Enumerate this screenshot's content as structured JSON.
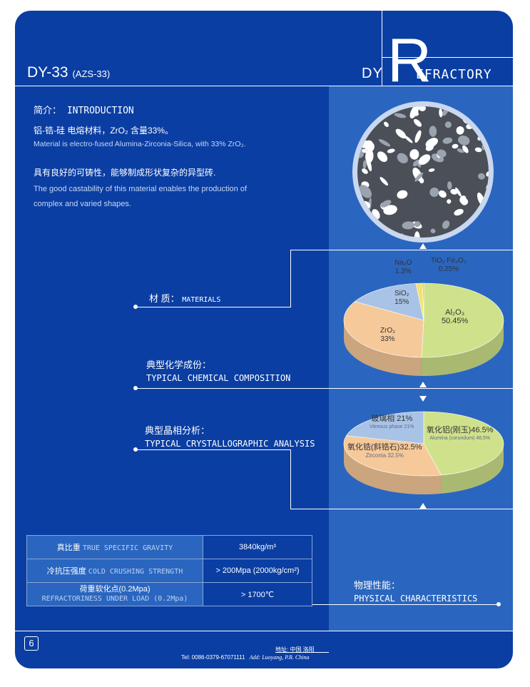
{
  "header": {
    "model": "DY-33",
    "model_alt": "(AZS-33)",
    "logo_prefix": "DY",
    "logo_big": "R",
    "logo_suffix": "EFRACTORY"
  },
  "intro": {
    "heading": "简介： INTRODUCTION",
    "line1_cn": "铝-锆-硅 电熔材料，ZrO₂ 含量33%。",
    "line1_en": "Material is electro-fused Alumina-Zirconia-Silica, with 33% ZrO₂.",
    "line2_cn": "具有良好的可铸性，能够制成形状复杂的异型砖.",
    "line2_en_a": "The good castability of this material enables the production of",
    "line2_en_b": "complex and varied shapes."
  },
  "sections": {
    "materials_cn": "材 质：",
    "materials_en": "MATERIALS",
    "chem_cn": "典型化学成份：",
    "chem_en": "TYPICAL CHEMICAL COMPOSITION",
    "cryst_cn": "典型晶相分析：",
    "cryst_en": "TYPICAL CRYSTALLOGRAPHIC ANALYSIS",
    "phys_cn": "物理性能：",
    "phys_en": "PHYSICAL CHARACTERISTICS"
  },
  "chart_data": [
    {
      "type": "pie",
      "categories": [
        "Al₂O₃",
        "ZrO₂",
        "SiO₂",
        "Na₂O",
        "TiO₂ Fe₂O₃"
      ],
      "values": [
        50.45,
        33,
        15,
        1.3,
        0.25
      ],
      "labels": [
        "50.45%",
        "33%",
        "15%",
        "1.3%",
        "0.25%"
      ],
      "colors": [
        "#cfe28b",
        "#f6c99a",
        "#a9c3e6",
        "#f3e36a",
        "#e7a93a"
      ]
    },
    {
      "type": "pie",
      "categories": [
        "氧化铝(刚玉)",
        "氧化锆(斜锆石)",
        "玻璃相"
      ],
      "categories_en": [
        "Alumina (corundum)",
        "Zirconia",
        "Vitreous phase"
      ],
      "values": [
        46.5,
        32.5,
        21
      ],
      "labels_cn": [
        "氧化铝(刚玉)46.5%",
        "氧化锆(斜锆石)32.5%",
        "玻璃相 21%"
      ],
      "labels_en": [
        "Alumina (corundum) 46.5%",
        "Zirconia 32.5%",
        "Vitreous phase 21%"
      ],
      "colors": [
        "#cfe28b",
        "#f6c99a",
        "#a9c3e6"
      ]
    }
  ],
  "specs": [
    {
      "cn": "真比重",
      "en": "TRUE SPECIFIC GRAVITY",
      "value": "3840kg/m³"
    },
    {
      "cn": "冷抗压强度",
      "en": "COLD CRUSHING STRENGTH",
      "value": "> 200Mpa (2000kg/cm²)"
    },
    {
      "cn": "荷重软化点(0.2Mpa)",
      "en": "REFRACTORINESS UNDER LOAD (0.2Mpa)",
      "value": "> 1700℃"
    }
  ],
  "footer": {
    "page": "6",
    "address": "地址: 中国 洛阳",
    "tel": "Tel:   0086-0379-67071111",
    "add": "Add: Luoyang, P.R. China"
  }
}
